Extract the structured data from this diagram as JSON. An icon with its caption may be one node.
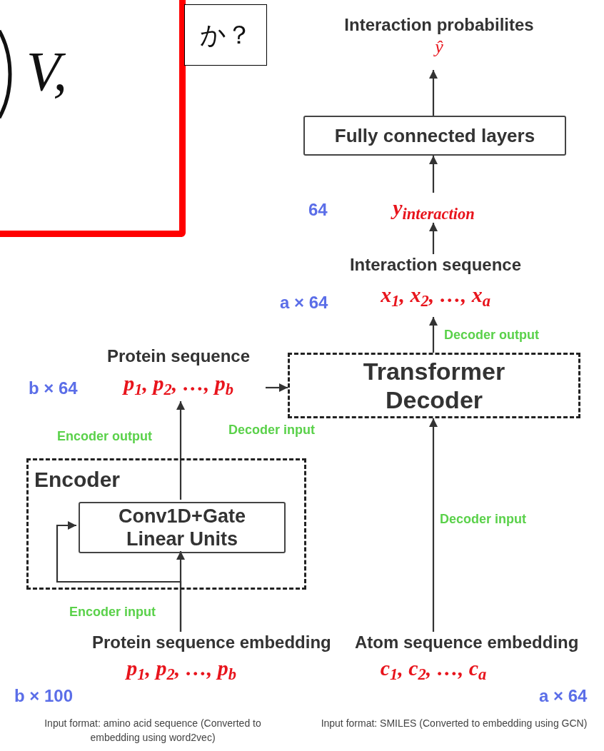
{
  "diagram": {
    "nodes": [
      {
        "text": [
          "V,"
        ]
      },
      {
        "text": [
          "か？"
        ]
      },
      {
        "text": [
          "Interaction probabilites",
          "ŷ"
        ]
      },
      {
        "text": [
          "Fully connected layers"
        ]
      },
      {
        "text": [
          "y$_{interaction}$"
        ],
        "beside": [
          "64"
        ]
      },
      {
        "text": [
          "Interaction sequence",
          "x$_{1}$, x$_{2}$, …, x$_{a}$"
        ],
        "beside": [
          "a × 64"
        ]
      },
      {
        "text": [
          "Transformer Decoder"
        ]
      },
      {
        "text": [
          "Protein sequence",
          "p$_{1}$, p$_{2}$, …, p$_{b}$"
        ],
        "beside": [
          "b × 64"
        ]
      },
      {
        "text": [
          "Encoder"
        ]
      },
      {
        "text": [
          "Conv1D+Gate Linear Units"
        ],
        "in": 8
      },
      {
        "text": [
          "Protein sequence embedding",
          "p$_{1}$, p$_{2}$, …, p$_{b}$"
        ],
        "beside": [
          "b × 100",
          "Input format: amino acid sequence (Converted to embedding using word2vec)"
        ]
      },
      {
        "text": [
          "Atom sequence embedding",
          "c$_{1}$, c$_{2}$, …, c$_{a}$"
        ],
        "beside": [
          "a × 64",
          "Input format: SMILES (Converted to embedding using GCN)"
        ]
      }
    ],
    "edges": [
      {
        "from": 3,
        "to": 2,
        "arrow": "to"
      },
      {
        "from": 4,
        "to": 3,
        "arrow": "to"
      },
      {
        "from": 5,
        "to": 4,
        "arrow": "to"
      },
      {
        "from": 6,
        "to": 5,
        "arrow": "to",
        "label": "Decoder output"
      },
      {
        "from": 7,
        "to": 6,
        "arrow": "to",
        "label": "Decoder input"
      },
      {
        "from": 9,
        "to": 7,
        "arrow": "to",
        "label": "Encoder output"
      },
      {
        "from": 10,
        "to": 9,
        "arrow": "to",
        "label": "Encoder input"
      },
      {
        "from": 10,
        "to": 9,
        "arrow": "to"
      },
      {
        "from": 11,
        "to": 6,
        "arrow": "to",
        "label": "Decoder input"
      }
    ]
  }
}
